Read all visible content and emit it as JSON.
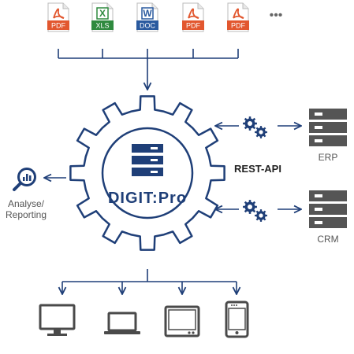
{
  "colors": {
    "navy": "#1f3f78",
    "gray": "#555555",
    "pdf_red": "#e2572f",
    "xls_green": "#2f8a3f",
    "doc_blue": "#2a5a9f"
  },
  "file_icons": [
    {
      "label": "PDF",
      "symbol": "pdf-symbol"
    },
    {
      "label": "XLS",
      "symbol": "X"
    },
    {
      "label": "DOC",
      "symbol": "W"
    },
    {
      "label": "PDF",
      "symbol": "pdf-symbol"
    },
    {
      "label": "PDF",
      "symbol": "pdf-symbol"
    }
  ],
  "more_files": "•••",
  "core": {
    "title": "DIGIT:Pro",
    "icon": "server-stack-icon"
  },
  "api_label": "REST-API",
  "analyse_label": "Analyse/\nReporting",
  "systems": [
    {
      "label": "ERP",
      "icon": "server-icon"
    },
    {
      "label": "CRM",
      "icon": "server-icon"
    }
  ],
  "output_devices": [
    {
      "name": "monitor",
      "icon": "monitor-icon"
    },
    {
      "name": "laptop",
      "icon": "laptop-icon"
    },
    {
      "name": "tablet",
      "icon": "tablet-icon"
    },
    {
      "name": "phone",
      "icon": "phone-icon"
    }
  ]
}
